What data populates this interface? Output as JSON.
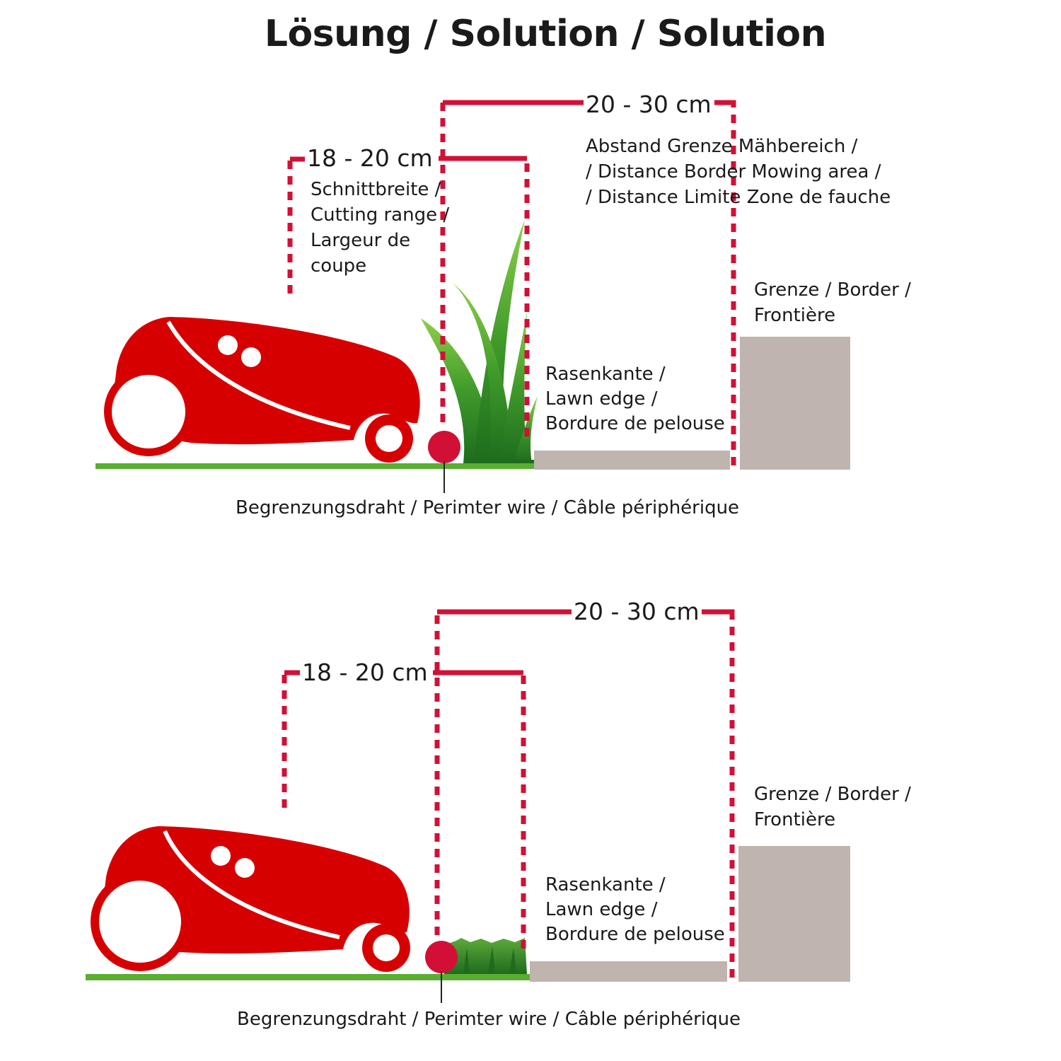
{
  "title": "Lösung / Solution / Solution",
  "colors": {
    "red": "#D60000",
    "dash": "#D21035",
    "wire_dot": "#D21035",
    "grass": "#5AAE32",
    "stone": "#BFB5AE"
  },
  "panels": [
    {
      "id": "tall-grass",
      "grass": "tall",
      "dim_distance": "20 - 30 cm",
      "dim_cut": "18 - 20 cm",
      "cut_label": [
        "Schnittbreite /",
        "Cutting range /",
        "Largeur de",
        "coupe"
      ],
      "distance_label": [
        "Abstand Grenze Mähbereich /",
        "/ Distance Border Mowing area /",
        "/ Distance Limite Zone de fauche"
      ],
      "border_label": [
        "Grenze / Border /",
        "Frontière"
      ],
      "lawn_edge_label": [
        "Rasenkante /",
        "Lawn edge /",
        "Bordure de pelouse"
      ],
      "wire_label": "Begrenzungsdraht / Perimter wire / Câble périphérique"
    },
    {
      "id": "cut-grass",
      "grass": "short",
      "dim_distance": "20 - 30 cm",
      "dim_cut": "18 - 20 cm",
      "border_label": [
        "Grenze / Border /",
        "Frontière"
      ],
      "lawn_edge_label": [
        "Rasenkante /",
        "Lawn edge /",
        "Bordure de pelouse"
      ],
      "wire_label": "Begrenzungsdraht / Perimter wire / Câble périphérique"
    }
  ]
}
